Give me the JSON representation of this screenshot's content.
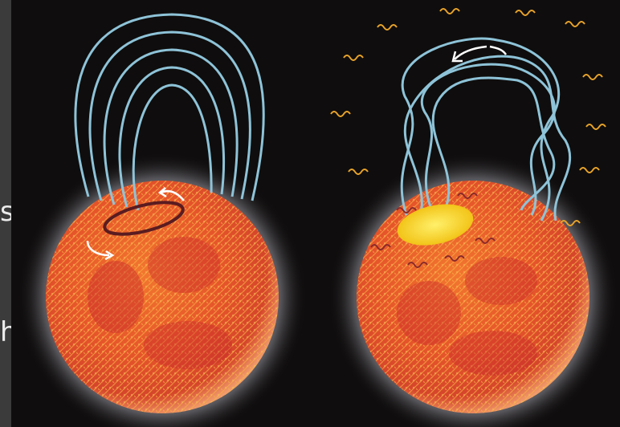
{
  "slide": {
    "text_fragments": [
      "s",
      "h)"
    ]
  },
  "illustration": {
    "left_panel": "magnetic-loop-twisting",
    "right_panel": "twisted-loop-flare"
  },
  "colors": {
    "slide_background": "#3b3b3b",
    "space_background": "#0f0d0d",
    "field_lines": "#8ec3d8",
    "sun_surface": "#e8622a",
    "flare": "#f4d21c",
    "outgoing_waves": "#e8a32a",
    "surface_waves": "#8a2a2a"
  }
}
